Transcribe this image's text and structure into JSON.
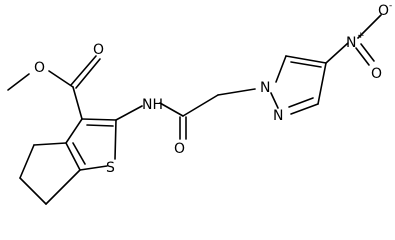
{
  "molecule": {
    "atoms": {
      "ester_o_methoxy": "O",
      "ester_o_carbonyl": "O",
      "amide_nh": "NH",
      "amide_o": "O",
      "ring_s": "S",
      "pyrazole_n1": "N",
      "pyrazole_n2": "N",
      "nitro_n": "N",
      "nitro_n_charge": "+",
      "nitro_o_top": "O",
      "nitro_o_top_charge": "-",
      "nitro_o_bottom": "O"
    }
  }
}
